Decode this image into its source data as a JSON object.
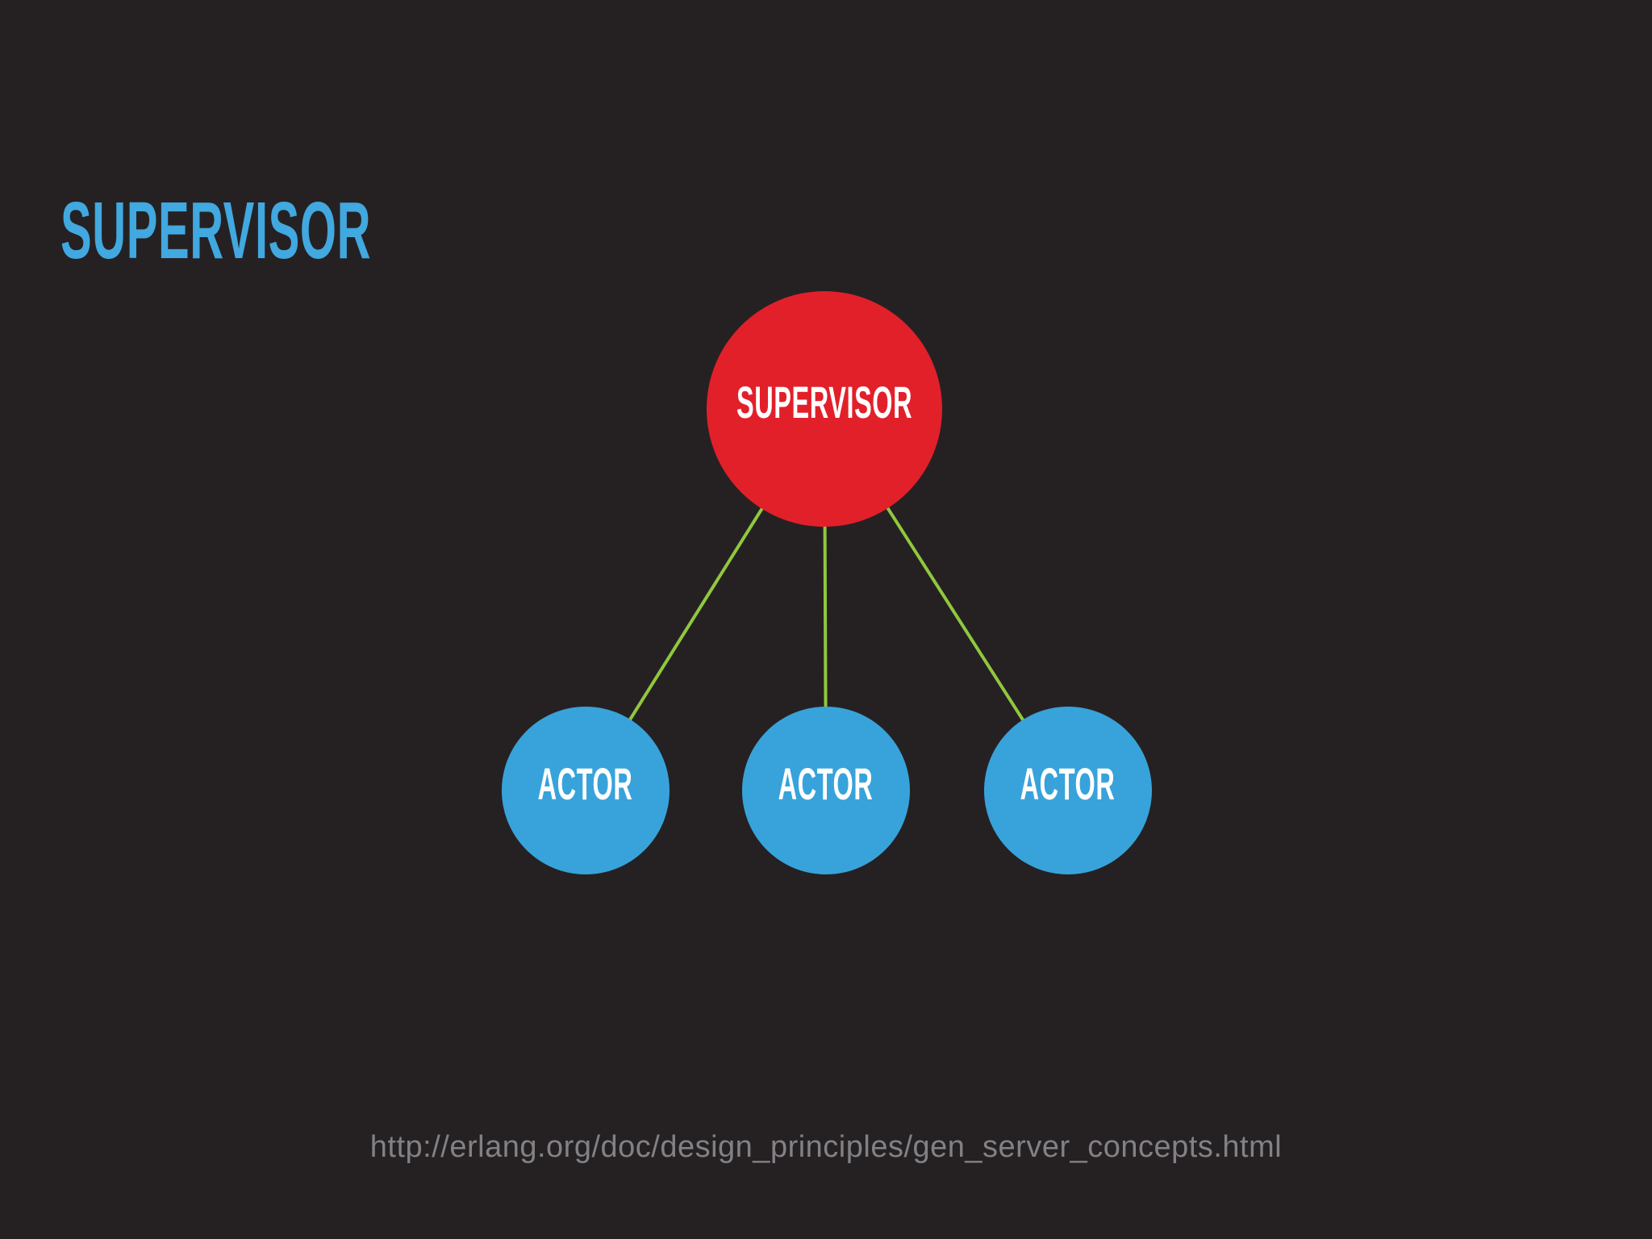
{
  "slide": {
    "title": "SUPERVISOR",
    "footer_url": "http://erlang.org/doc/design_principles/gen_server_concepts.html"
  },
  "diagram": {
    "type": "tree",
    "supervisor": {
      "label": "SUPERVISOR"
    },
    "actors": [
      {
        "label": "ACTOR"
      },
      {
        "label": "ACTOR"
      },
      {
        "label": "ACTOR"
      }
    ]
  },
  "colors": {
    "background": "#252123",
    "title_text": "#41A8E0",
    "supervisor_node": "#E2202A",
    "actor_node": "#38A3DA",
    "connector": "#90C83D",
    "node_text": "#FFFFFF",
    "footer_text": "#818186"
  }
}
